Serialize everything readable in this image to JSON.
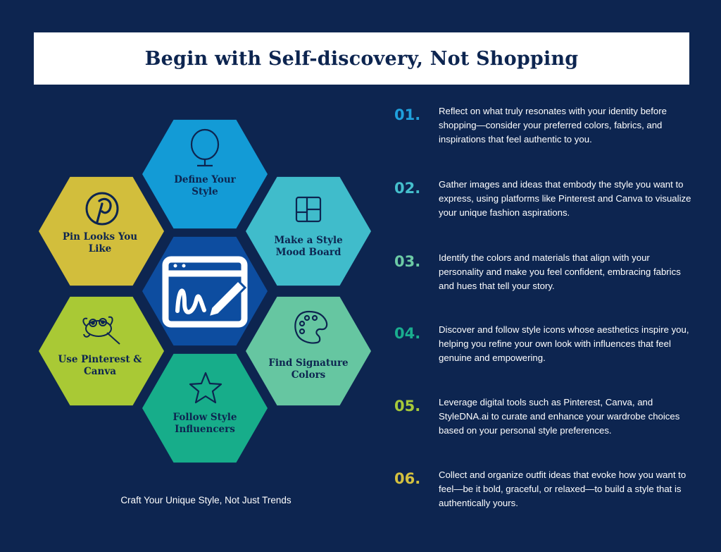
{
  "title": "Begin with Self-discovery, Not Shopping",
  "tagline": "Craft Your Unique Style, Not Just Trends",
  "hexagons": [
    {
      "label_line1": "Define Your",
      "label_line2": "Style",
      "icon": "mirror-icon",
      "color": "#139bd6",
      "text_color": "#0d2550"
    },
    {
      "label_line1": "Make a Style",
      "label_line2": "Mood Board",
      "icon": "grid-layout-icon",
      "color": "#40bccb",
      "text_color": "#0d2550"
    },
    {
      "label_line1": "Find Signature",
      "label_line2": "Colors",
      "icon": "palette-icon",
      "color": "#66c6a1",
      "text_color": "#0d2550"
    },
    {
      "label_line1": "Follow Style",
      "label_line2": "Influencers",
      "icon": "star-icon",
      "color": "#17ad8a",
      "text_color": "#0d2550"
    },
    {
      "label_line1": "Use Pinterest &",
      "label_line2": "Canva",
      "icon": "gimp-mascot-icon",
      "color": "#a9c935",
      "text_color": "#0d2550"
    },
    {
      "label_line1": "Pin Looks You",
      "label_line2": "Like",
      "icon": "pinterest-icon",
      "color": "#d2be3c",
      "text_color": "#0d2550"
    }
  ],
  "center": {
    "icon": "browser-drawing-icon",
    "color": "#0d4da0"
  },
  "steps": [
    {
      "number": "01.",
      "color": "#1fa0dc",
      "text": "Reflect on what truly resonates with your identity before shopping—consider your preferred colors, fabrics, and inspirations that feel authentic to you."
    },
    {
      "number": "02.",
      "color": "#45bfcc",
      "text": "Gather images and ideas that embody the style you want to express, using platforms like Pinterest and Canva to visualize your unique fashion aspirations."
    },
    {
      "number": "03.",
      "color": "#6ccaa5",
      "text": "Identify the colors and materials that align with your personality and make you feel confident, embracing fabrics and hues that tell your story."
    },
    {
      "number": "04.",
      "color": "#1aad8e",
      "text": "Discover and follow style icons whose aesthetics inspire you, helping you refine your own look with influences that feel genuine and empowering."
    },
    {
      "number": "05.",
      "color": "#a6c93a",
      "text": "Leverage digital tools such as Pinterest, Canva, and StyleDNA.ai to curate and enhance your wardrobe choices based on your personal style preferences."
    },
    {
      "number": "06.",
      "color": "#d4c13f",
      "text": "Collect and organize outfit ideas that evoke how you want to feel—be it bold, graceful, or relaxed—to build a style that is authentically yours."
    }
  ]
}
